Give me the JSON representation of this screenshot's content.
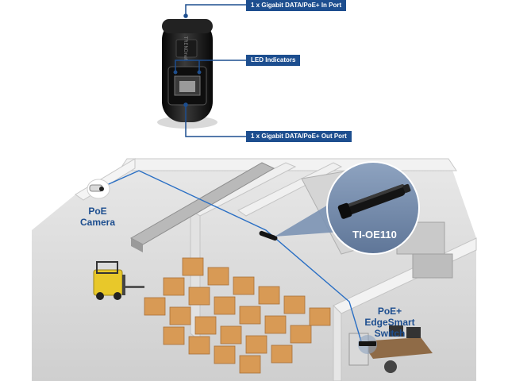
{
  "callouts": {
    "in_port": "1 x Gigabit DATA/PoE+ In Port",
    "led_indicators": "LED Indicators",
    "out_port": "1 x Gigabit DATA/PoE+ Out Port"
  },
  "scene": {
    "camera_label_line1": "PoE",
    "camera_label_line2": "Camera",
    "device_model": "TI-OE110",
    "switch_label_line1": "PoE+",
    "switch_label_line2": "EdgeSmart",
    "switch_label_line3": "Switch"
  },
  "colors": {
    "accent_blue": "#1d4e8f",
    "cable_blue": "#2a6fc4",
    "box_tan": "#d89a55",
    "forklift_yellow": "#e8c82a",
    "device_black": "#141414",
    "floor_gray": "#dcdcdc"
  }
}
